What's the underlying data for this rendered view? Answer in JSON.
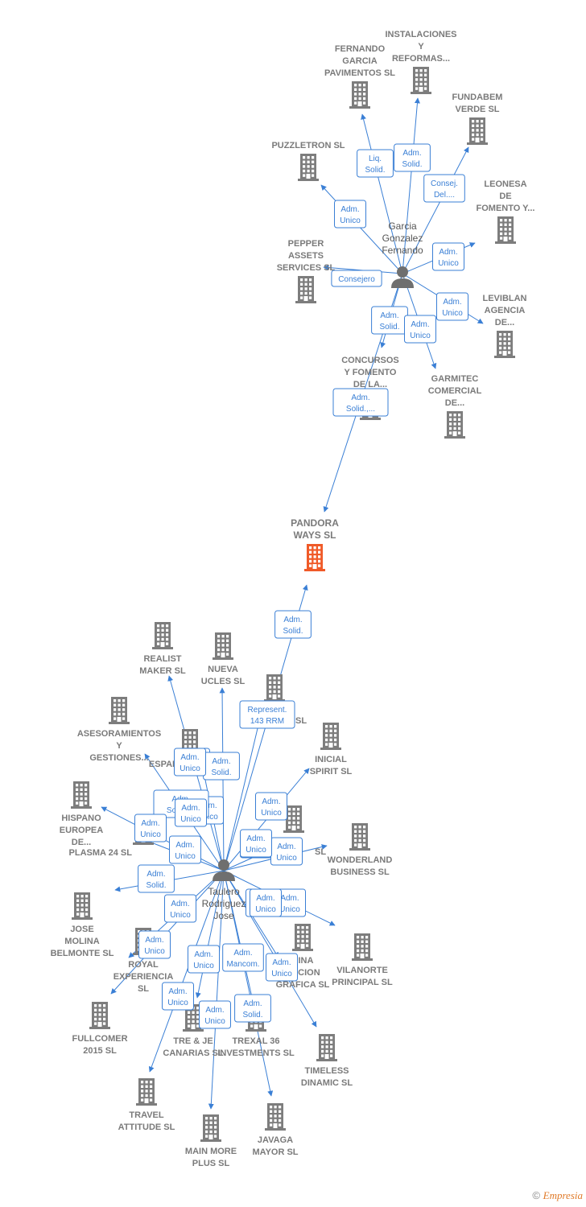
{
  "colors": {
    "company": "#7d7d7d",
    "focus": "#f05a28",
    "edge": "#3a7fd5",
    "person": "#6f6f6f"
  },
  "persons": [
    {
      "id": "garcia",
      "label": [
        "Garcia",
        "Gonzalez",
        "Fernando"
      ]
    },
    {
      "id": "taulero",
      "label": [
        "Taulero",
        "Rodriguez",
        "Jose"
      ]
    }
  ],
  "companies": [
    {
      "id": "instalaciones",
      "label": [
        "INSTALACIONES",
        "Y",
        "REFORMAS..."
      ]
    },
    {
      "id": "fernando_garcia",
      "label": [
        "FERNANDO",
        "GARCIA",
        "PAVIMENTOS SL"
      ]
    },
    {
      "id": "fundabem",
      "label": [
        "FUNDABEM",
        "VERDE  SL"
      ]
    },
    {
      "id": "puzzletron",
      "label": [
        "PUZZLETRON SL"
      ]
    },
    {
      "id": "leonesa",
      "label": [
        "LEONESA",
        "DE",
        "FOMENTO Y..."
      ]
    },
    {
      "id": "pepper",
      "label": [
        "PEPPER",
        "ASSETS",
        "SERVICES  SL"
      ]
    },
    {
      "id": "leviblan",
      "label": [
        "LEVIBLAN",
        "AGENCIA",
        "DE..."
      ]
    },
    {
      "id": "concursos",
      "label": [
        "CONCURSOS",
        "Y FOMENTO",
        "DE LA..."
      ]
    },
    {
      "id": "garmitec",
      "label": [
        "GARMITEC",
        "COMERCIAL",
        "DE..."
      ]
    },
    {
      "id": "pandora",
      "label": [
        "PANDORA",
        "WAYS  SL"
      ],
      "focus": true
    },
    {
      "id": "realist",
      "label": [
        "REALIST",
        "MAKER  SL"
      ]
    },
    {
      "id": "nueva_ucles",
      "label": [
        "NUEVA",
        "UCLES  SL"
      ]
    },
    {
      "id": "hidden_sl",
      "label": [
        "SL"
      ]
    },
    {
      "id": "asesoramientos",
      "label": [
        "ASESORAMIENTOS",
        "Y",
        "GESTIONES..."
      ]
    },
    {
      "id": "espar",
      "label": [
        "ESPAR"
      ]
    },
    {
      "id": "inicial_spirit",
      "label": [
        "INICIAL",
        "SPIRIT  SL"
      ]
    },
    {
      "id": "hispano",
      "label": [
        "HISPANO",
        "EUROPEA",
        "DE..."
      ]
    },
    {
      "id": "plasma",
      "label": [
        "PLASMA 24 SL"
      ]
    },
    {
      "id": "sl_mid",
      "label": [
        "SL"
      ]
    },
    {
      "id": "wonderland",
      "label": [
        "WONDERLAND",
        "BUSINESS  SL"
      ]
    },
    {
      "id": "jose_molina",
      "label": [
        "JOSE",
        "MOLINA",
        "BELMONTE  SL"
      ]
    },
    {
      "id": "royal",
      "label": [
        "ROYAL",
        "EXPERIENCIA",
        "SL"
      ]
    },
    {
      "id": "aina",
      "label": [
        "AINA",
        "CACION",
        "GRAFICA  SL"
      ]
    },
    {
      "id": "vilanorte",
      "label": [
        "VILANORTE",
        "PRINCIPAL  SL"
      ]
    },
    {
      "id": "fullcomer",
      "label": [
        "FULLCOMER",
        "2015  SL"
      ]
    },
    {
      "id": "tre_je",
      "label": [
        "TRE & JE",
        "CANARIAS  SL"
      ]
    },
    {
      "id": "trexal",
      "label": [
        "TREXAL 36",
        "INVESTMENTS SL"
      ]
    },
    {
      "id": "timeless",
      "label": [
        "TIMELESS",
        "DINAMIC  SL"
      ]
    },
    {
      "id": "travel",
      "label": [
        "TRAVEL",
        "ATTITUDE  SL"
      ]
    },
    {
      "id": "main_more",
      "label": [
        "MAIN MORE",
        "PLUS  SL"
      ]
    },
    {
      "id": "javaga",
      "label": [
        "JAVAGA",
        "MAYOR  SL"
      ]
    }
  ],
  "edges": [
    {
      "from": "garcia",
      "to": "fernando_garcia",
      "label": [
        "Liq.",
        "Solid."
      ]
    },
    {
      "from": "garcia",
      "to": "instalaciones",
      "label": [
        "Adm.",
        "Solid."
      ]
    },
    {
      "from": "garcia",
      "to": "fundabem",
      "label": [
        "Consej.",
        "Del...."
      ]
    },
    {
      "from": "garcia",
      "to": "puzzletron",
      "label": [
        "Adm.",
        "Unico"
      ]
    },
    {
      "from": "garcia",
      "to": "leonesa",
      "label": [
        "Adm.",
        "Unico"
      ]
    },
    {
      "from": "garcia",
      "to": "pepper",
      "label": [
        "Consejero"
      ]
    },
    {
      "from": "garcia",
      "to": "leviblan",
      "label": [
        "Adm.",
        "Unico"
      ]
    },
    {
      "from": "garcia",
      "to": "concursos",
      "label": [
        "Adm.",
        "Solid."
      ]
    },
    {
      "from": "garcia",
      "to": "garmitec",
      "label": [
        "Adm.",
        "Unico"
      ]
    },
    {
      "from": "garcia",
      "to": "pandora",
      "label": [
        "Adm.",
        "Solid.,..."
      ]
    },
    {
      "from": "taulero",
      "to": "pandora",
      "label": [
        "Adm.",
        "Solid."
      ]
    },
    {
      "from": "taulero",
      "to": "hidden_sl",
      "label": [
        "Represent.",
        "143 RRM"
      ]
    },
    {
      "from": "taulero",
      "to": "realist",
      "label": [
        "Adm.",
        "Unico"
      ]
    },
    {
      "from": "taulero",
      "to": "nueva_ucles",
      "label": [
        "Adm.",
        "Solid."
      ]
    },
    {
      "from": "taulero",
      "to": "espar",
      "label": [
        "Adm.",
        "Unico"
      ]
    },
    {
      "from": "taulero",
      "to": "asesoramientos",
      "label": [
        "Adm.",
        "Solid.,..."
      ]
    },
    {
      "from": "taulero",
      "to": "inicial_spirit",
      "label": [
        "Adm.",
        "Unico"
      ]
    },
    {
      "from": "taulero",
      "to": "hispano",
      "label": [
        "Adm.",
        "Unico"
      ]
    },
    {
      "from": "taulero",
      "to": "plasma",
      "label": [
        "Adm.",
        "Unico"
      ]
    },
    {
      "from": "taulero",
      "to": "sl_mid",
      "label": [
        "Adm.",
        "Unico"
      ]
    },
    {
      "from": "taulero",
      "to": "wonderland",
      "label": [
        "Adm.",
        "Unico"
      ]
    },
    {
      "from": "taulero",
      "to": "jose_molina",
      "label": [
        "Adm.",
        "Solid."
      ]
    },
    {
      "from": "taulero",
      "to": "royal",
      "label": [
        "Adm.",
        "Unico"
      ]
    },
    {
      "from": "taulero",
      "to": "aina",
      "label": [
        "Adm.",
        "Unico"
      ]
    },
    {
      "from": "taulero",
      "to": "vilanorte",
      "label": [
        "Adm.",
        "Unico"
      ]
    },
    {
      "from": "taulero",
      "to": "fullcomer",
      "label": [
        "Adm.",
        "Unico"
      ]
    },
    {
      "from": "taulero",
      "to": "tre_je",
      "label": [
        "Adm.",
        "Unico"
      ]
    },
    {
      "from": "taulero",
      "to": "trexal",
      "label": [
        "Adm.",
        "Mancom."
      ]
    },
    {
      "from": "taulero",
      "to": "timeless",
      "label": [
        "Adm.",
        "Unico"
      ]
    },
    {
      "from": "taulero",
      "to": "travel",
      "label": [
        "Adm.",
        "Unico"
      ]
    },
    {
      "from": "taulero",
      "to": "main_more",
      "label": [
        "Adm.",
        "Unico"
      ]
    },
    {
      "from": "taulero",
      "to": "javaga",
      "label": [
        "Adm.",
        "Solid."
      ]
    }
  ],
  "extra_edge_labels": [
    [
      "Adm.",
      "Unico"
    ],
    [
      "Adm.",
      "Unico"
    ],
    [
      "Adm.",
      "Unico"
    ],
    [
      "Adm.",
      "Unico"
    ]
  ],
  "footer": {
    "symbol": "©",
    "brand": "Empresia"
  }
}
